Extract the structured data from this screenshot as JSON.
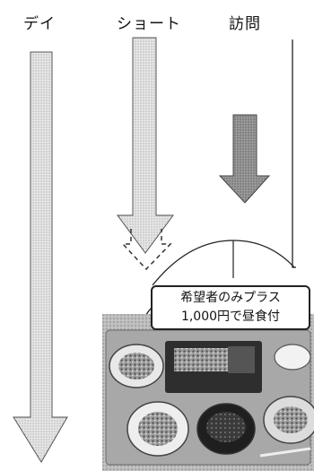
{
  "labels": {
    "day": "デイ",
    "short": "ショート",
    "visit": "訪問"
  },
  "note": {
    "line1": "希望者のみプラス",
    "line2": "1,000円で昼食付"
  },
  "colors": {
    "arrow_light": "#d9d9d9",
    "arrow_dark": "#8e8e8e",
    "line": "#222222"
  },
  "photo": {
    "subject": "meal-tray-photo"
  }
}
